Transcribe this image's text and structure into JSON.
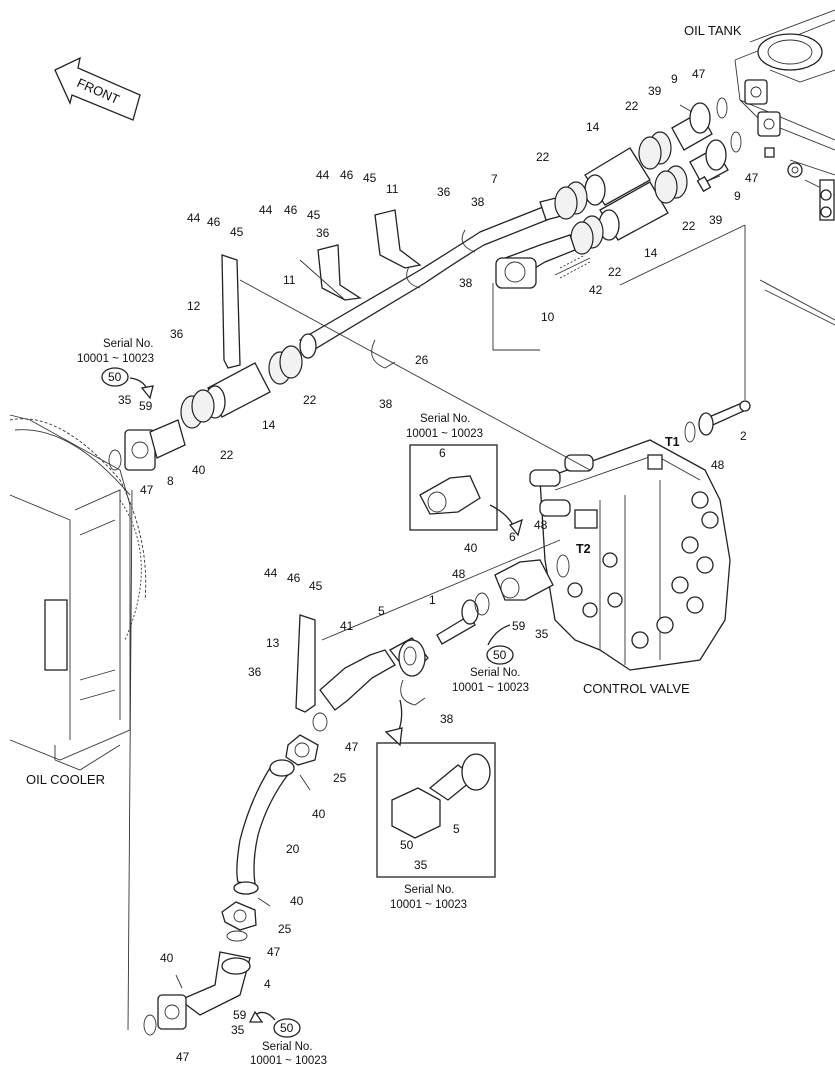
{
  "labels": {
    "oil_tank": "OIL TANK",
    "front": "FRONT",
    "control_valve": "CONTROL VALVE",
    "oil_cooler": "OIL COOLER",
    "t1": "T1",
    "t2": "T2"
  },
  "serial": {
    "heading": "Serial No.",
    "range": "10001 ~ 10023",
    "ref": "50"
  },
  "parts": [
    "1",
    "2",
    "4",
    "5",
    "6",
    "7",
    "8",
    "9",
    "10",
    "11",
    "12",
    "13",
    "14",
    "20",
    "22",
    "25",
    "26",
    "35",
    "36",
    "38",
    "39",
    "40",
    "41",
    "42",
    "44",
    "45",
    "46",
    "47",
    "48",
    "59"
  ]
}
